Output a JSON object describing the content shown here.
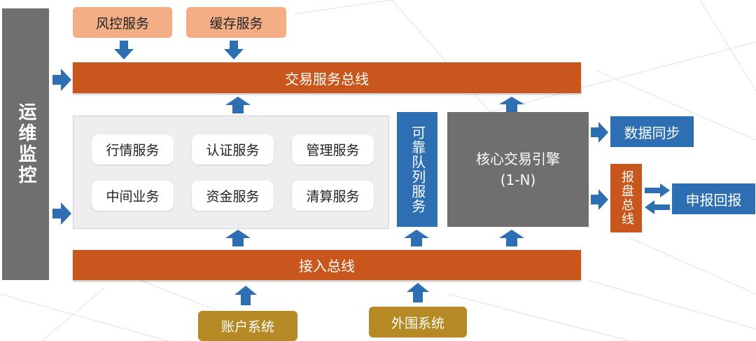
{
  "left_bar": {
    "label": "运维监控"
  },
  "top_services": [
    "风控服务",
    "缓存服务"
  ],
  "trade_bus": {
    "label": "交易服务总线"
  },
  "access_bus": {
    "label": "接入总线"
  },
  "services": [
    "行情服务",
    "认证服务",
    "管理服务",
    "中间业务",
    "资金服务",
    "清算服务"
  ],
  "queue": {
    "label": "可靠队列服务"
  },
  "engine": {
    "line1": "核心交易引擎",
    "line2": "(1-N)"
  },
  "data_sync": {
    "label": "数据同步"
  },
  "report_bus": {
    "label": "报盘总线"
  },
  "report_reply": {
    "label": "申报回报"
  },
  "bottom_systems": [
    "账户系统",
    "外围系统"
  ],
  "colors": {
    "bus_orange": "#c9561c",
    "light_orange": "#f4ae86",
    "gold": "#b58a25",
    "blue": "#2e6fb3",
    "gray": "#6f6f6f",
    "panel": "#eeeef0"
  }
}
